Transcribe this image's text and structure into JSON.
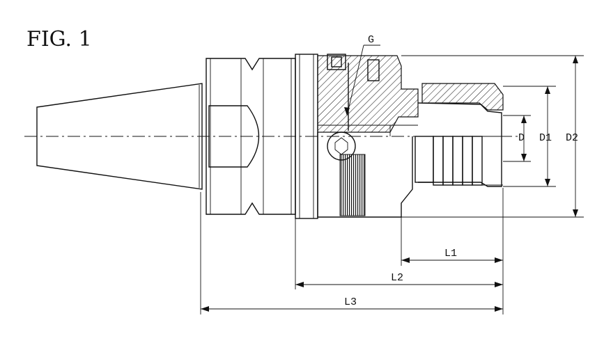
{
  "figure": {
    "title": "FIG. 1"
  },
  "callouts": {
    "g": "G"
  },
  "dimensions": {
    "d": "D",
    "d1": "D1",
    "d2": "D2",
    "l1": "L1",
    "l2": "L2",
    "l3": "L3"
  }
}
